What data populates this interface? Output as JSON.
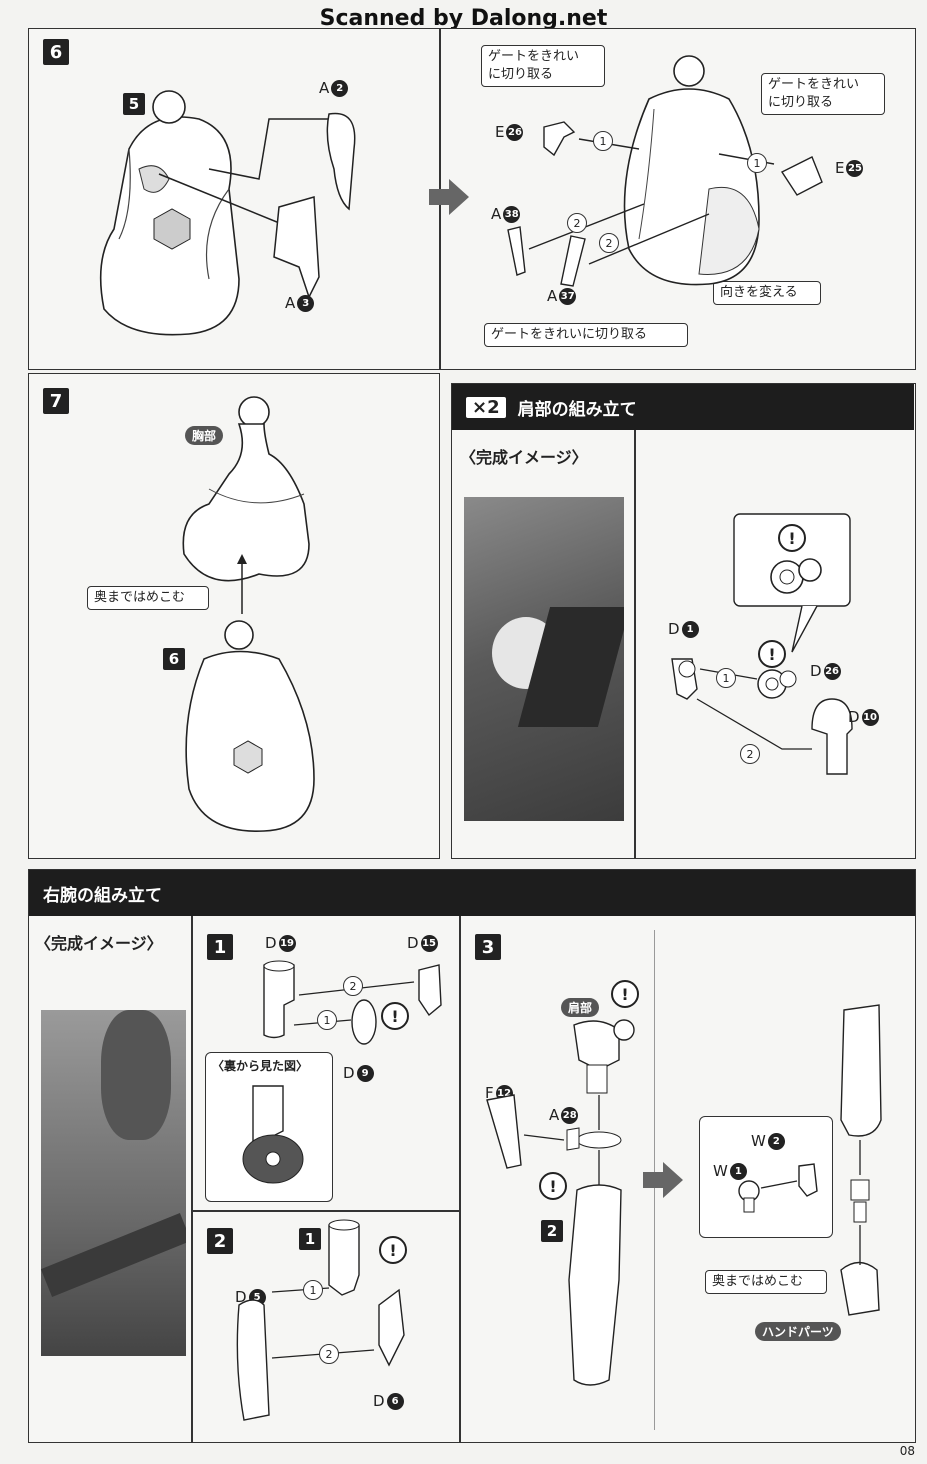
{
  "header": {
    "watermark": "Scanned by Dalong.net"
  },
  "page_number": "08",
  "step6": {
    "num": "6",
    "sub_num": "5",
    "part_a2": "A",
    "part_a2_n": "2",
    "part_a3": "A",
    "part_a3_n": "3",
    "callout_gate_1": "ゲートをきれい\nに切り取る",
    "callout_gate_2": "ゲートをきれい\nに切り取る",
    "callout_gate_3": "ゲートをきれいに切り取る",
    "callout_turn": "向きを変える",
    "part_e26": "E",
    "part_e26_n": "26",
    "part_e25": "E",
    "part_e25_n": "25",
    "part_a38": "A",
    "part_a38_n": "38",
    "part_a37": "A",
    "part_a37_n": "37",
    "seq1": "1",
    "seq2": "2"
  },
  "step7": {
    "num": "7",
    "chest_label": "胸部",
    "push_label": "奥まではめこむ",
    "sub_num": "6"
  },
  "shoulder": {
    "multiplier": "×2",
    "title": "肩部の組み立て",
    "complete_image": "〈完成イメージ〉",
    "part_d1": "D",
    "part_d1_n": "1",
    "part_d26": "D",
    "part_d26_n": "26",
    "part_d10": "D",
    "part_d10_n": "10",
    "seq1": "1",
    "seq2": "2",
    "warn": "!"
  },
  "right_arm": {
    "title": "右腕の組み立て",
    "complete_image": "〈完成イメージ〉",
    "step1": {
      "num": "1",
      "part_d19": "D",
      "part_d19_n": "19",
      "part_d15": "D",
      "part_d15_n": "15",
      "part_d9": "D",
      "part_d9_n": "9",
      "back_view": "〈裏から見た図〉",
      "seq1": "1",
      "seq2": "2",
      "warn": "!"
    },
    "step2": {
      "num": "2",
      "sub_num": "1",
      "part_d5": "D",
      "part_d5_n": "5",
      "part_d6": "D",
      "part_d6_n": "6",
      "seq1": "1",
      "seq2": "2",
      "warn": "!"
    },
    "step3": {
      "num": "3",
      "shoulder_label": "肩部",
      "part_f12": "F",
      "part_f12_n": "12",
      "part_a28": "A",
      "part_a28_n": "28",
      "sub_num": "2",
      "part_w1": "W",
      "part_w1_n": "1",
      "part_w2": "W",
      "part_w2_n": "2",
      "push_label": "奥まではめこむ",
      "hand_label": "ハンドパーツ",
      "warn": "!"
    }
  }
}
